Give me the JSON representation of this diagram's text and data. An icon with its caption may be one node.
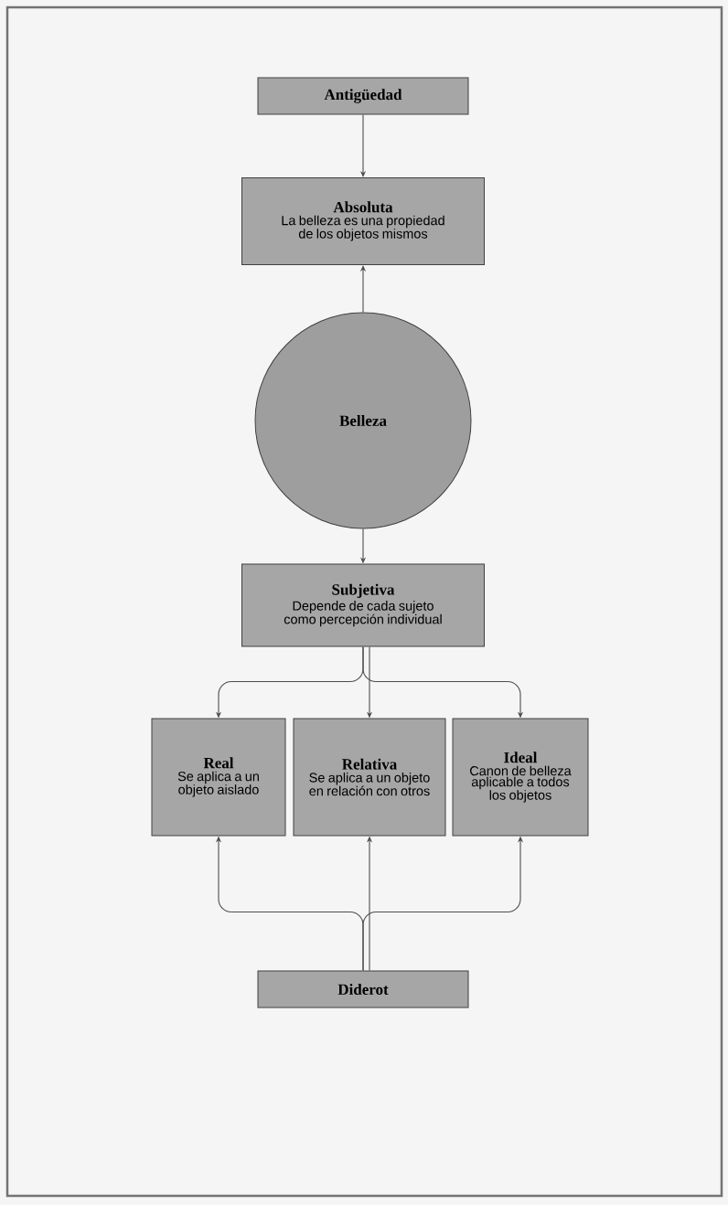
{
  "diagram": {
    "nodes": [
      {
        "text": [
          "Antigüedad"
        ]
      },
      {
        "text": [
          "Absoluta",
          "La belleza es una propiedad de los objetos mismos"
        ]
      },
      {
        "text": [
          "Belleza"
        ]
      },
      {
        "text": [
          "Subjetiva",
          "Depende de cada sujeto como percepción individual"
        ]
      },
      {
        "text": [
          "Real",
          "Se aplica a un objeto aislado"
        ]
      },
      {
        "text": [
          "Relativa",
          "Se aplica a un objeto en relación con otros"
        ]
      },
      {
        "text": [
          "Ideal",
          "Canon de belleza aplicable a todos los objetos"
        ]
      },
      {
        "text": [
          "Diderot"
        ]
      }
    ],
    "edges": [
      {
        "from": 0,
        "to": 1,
        "arrow": "to"
      },
      {
        "from": 2,
        "to": 1,
        "arrow": "to"
      },
      {
        "from": 2,
        "to": 3,
        "arrow": "to"
      },
      {
        "from": 3,
        "to": 4,
        "arrow": "to"
      },
      {
        "from": 3,
        "to": 5,
        "arrow": "to"
      },
      {
        "from": 3,
        "to": 6,
        "arrow": "to"
      },
      {
        "from": 7,
        "to": 4,
        "arrow": "to"
      },
      {
        "from": 7,
        "to": 5,
        "arrow": "to"
      },
      {
        "from": 7,
        "to": 6,
        "arrow": "to"
      }
    ]
  }
}
